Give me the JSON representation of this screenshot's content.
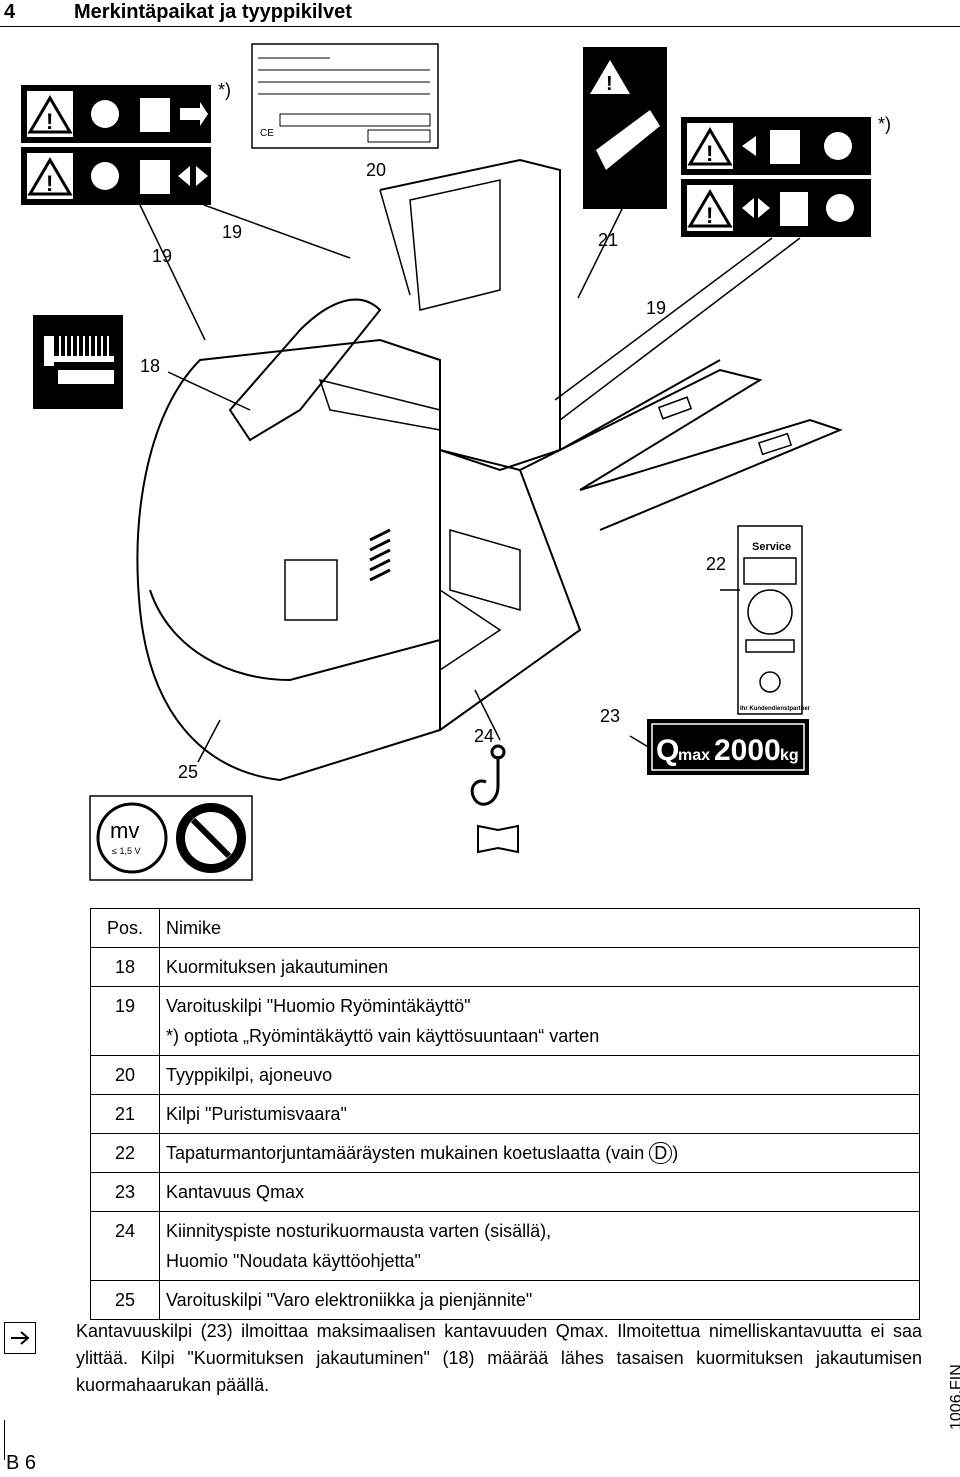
{
  "header": {
    "section_number": "4",
    "title": "Merkintäpaikat ja tyyppikilvet"
  },
  "figure": {
    "callouts": [
      "18",
      "19",
      "19",
      "19",
      "20",
      "21",
      "22",
      "23",
      "24",
      "25"
    ],
    "optional_mark": "*)",
    "service_label": "Service",
    "service_partner": "Ihr Kundendienstpartner",
    "qmax_label": "Q",
    "qmax_sub": "max",
    "qmax_value": "2000",
    "qmax_unit": "kg",
    "warning25_mv": "mv",
    "warning25_voltage": "≤ 1,5 V"
  },
  "table": {
    "headers": [
      "Pos.",
      "Nimike"
    ],
    "rows": [
      {
        "pos": "18",
        "lines": [
          "Kuormituksen jakautuminen"
        ]
      },
      {
        "pos": "19",
        "lines": [
          "Varoituskilpi \"Huomio Ryömintäkäyttö\"",
          "*) optiota „Ryömintäkäyttö vain käyttösuuntaan“ varten"
        ]
      },
      {
        "pos": "20",
        "lines": [
          "Tyyppikilpi, ajoneuvo"
        ]
      },
      {
        "pos": "21",
        "lines": [
          "Kilpi \"Puristumisvaara\""
        ]
      },
      {
        "pos": "22",
        "lines": [
          "Tapaturmantorjuntamääräysten mukainen koetuslaatta (vain"
        ],
        "circled": "D",
        "tail": ")"
      },
      {
        "pos": "23",
        "lines": [
          "Kantavuus  Qmax"
        ]
      },
      {
        "pos": "24",
        "lines": [
          "Kiinnityspiste nosturikuormausta varten (sisällä),",
          "Huomio \"Noudata käyttöohjetta\""
        ]
      },
      {
        "pos": "25",
        "lines": [
          "Varoituskilpi \"Varo elektroniikka ja pienjännite\""
        ]
      }
    ]
  },
  "note": "Kantavuuskilpi (23) ilmoittaa maksimaalisen kantavuuden Qmax. Ilmoitettua nimelliskantavuutta ei saa ylittää. Kilpi \"Kuormituksen jakautuminen\" (18) määrää lähes tasaisen kuormituksen jakautumisen kuormahaarukan päällä.",
  "doc_code": "1006.FIN",
  "footer": "B 6"
}
